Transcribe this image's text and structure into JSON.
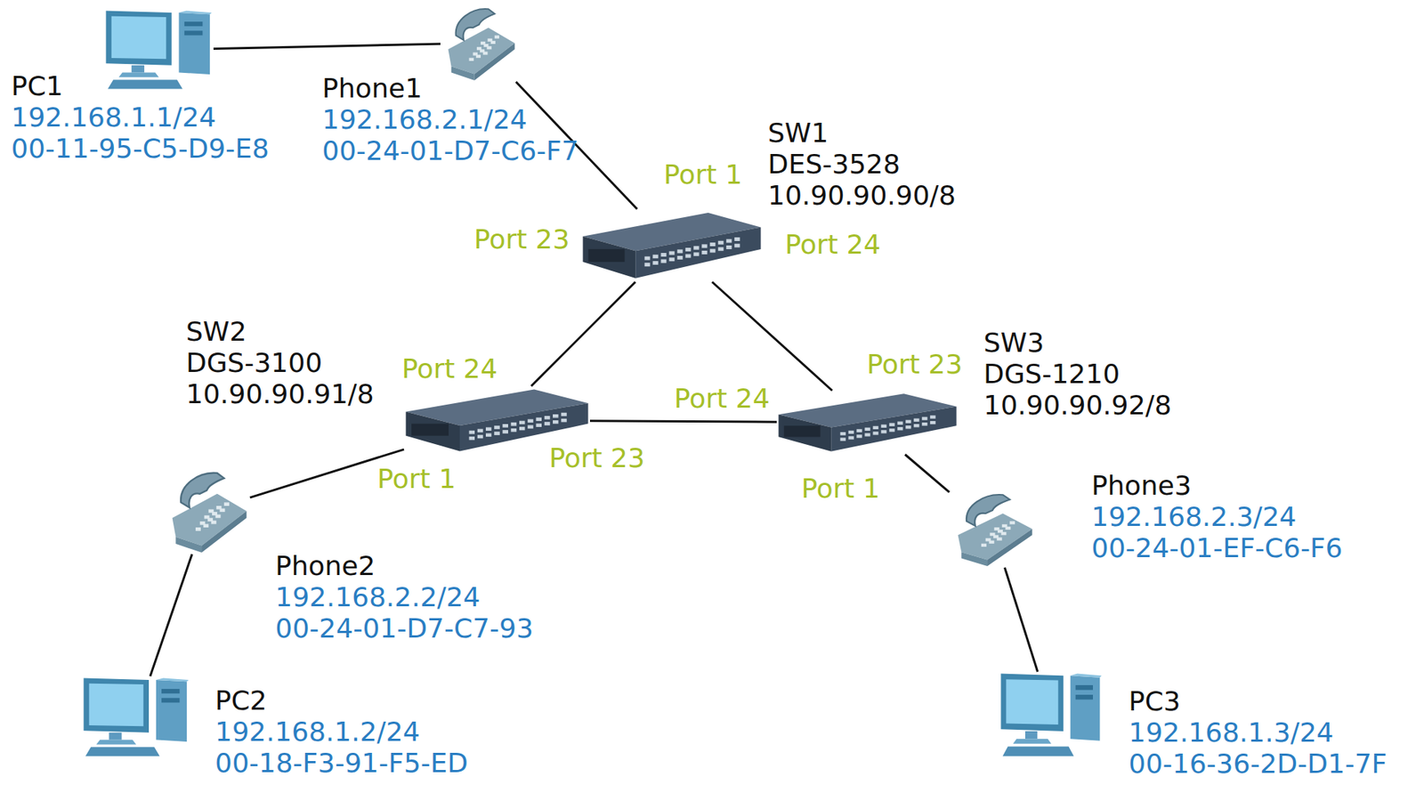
{
  "diagram": {
    "nodes": [
      {
        "text": [
          "PC1",
          "192.168.1.1/24",
          "00-11-95-C5-D9-E8"
        ]
      },
      {
        "text": [
          "Phone1",
          "192.168.2.1/24",
          "00-24-01-D7-C6-F7"
        ]
      },
      {
        "text": [
          "SW1",
          "DES-3528",
          "10.90.90.90/8"
        ]
      },
      {
        "text": [
          "SW2",
          "DGS-3100",
          "10.90.90.91/8"
        ]
      },
      {
        "text": [
          "SW3",
          "DGS-1210",
          "10.90.90.92/8"
        ]
      },
      {
        "text": [
          "Phone2",
          "192.168.2.2/24",
          "00-24-01-D7-C7-93"
        ]
      },
      {
        "text": [
          "PC2",
          "192.168.1.2/24",
          "00-18-F3-91-F5-ED"
        ]
      },
      {
        "text": [
          "Phone3",
          "192.168.2.3/24",
          "00-24-01-EF-C6-F6"
        ]
      },
      {
        "text": [
          "PC3",
          "192.168.1.3/24",
          "00-16-36-2D-D1-7F"
        ]
      }
    ],
    "edges": [
      {
        "from": 0,
        "to": 1,
        "arrow": "none"
      },
      {
        "from": 1,
        "to": 2,
        "arrow": "none"
      },
      {
        "from": 2,
        "to": 3,
        "arrow": "none"
      },
      {
        "from": 2,
        "to": 4,
        "arrow": "none"
      },
      {
        "from": 3,
        "to": 4,
        "arrow": "none"
      },
      {
        "from": 3,
        "to": 5,
        "arrow": "none"
      },
      {
        "from": 5,
        "to": 6,
        "arrow": "none"
      },
      {
        "from": 4,
        "to": 7,
        "arrow": "none"
      },
      {
        "from": 7,
        "to": 8,
        "arrow": "none"
      }
    ],
    "labels": [
      "Port 1",
      "Port 23",
      "Port 24",
      "Port 24",
      "Port 24",
      "Port 23",
      "Port 1",
      "Port 23",
      "Port 1"
    ]
  }
}
